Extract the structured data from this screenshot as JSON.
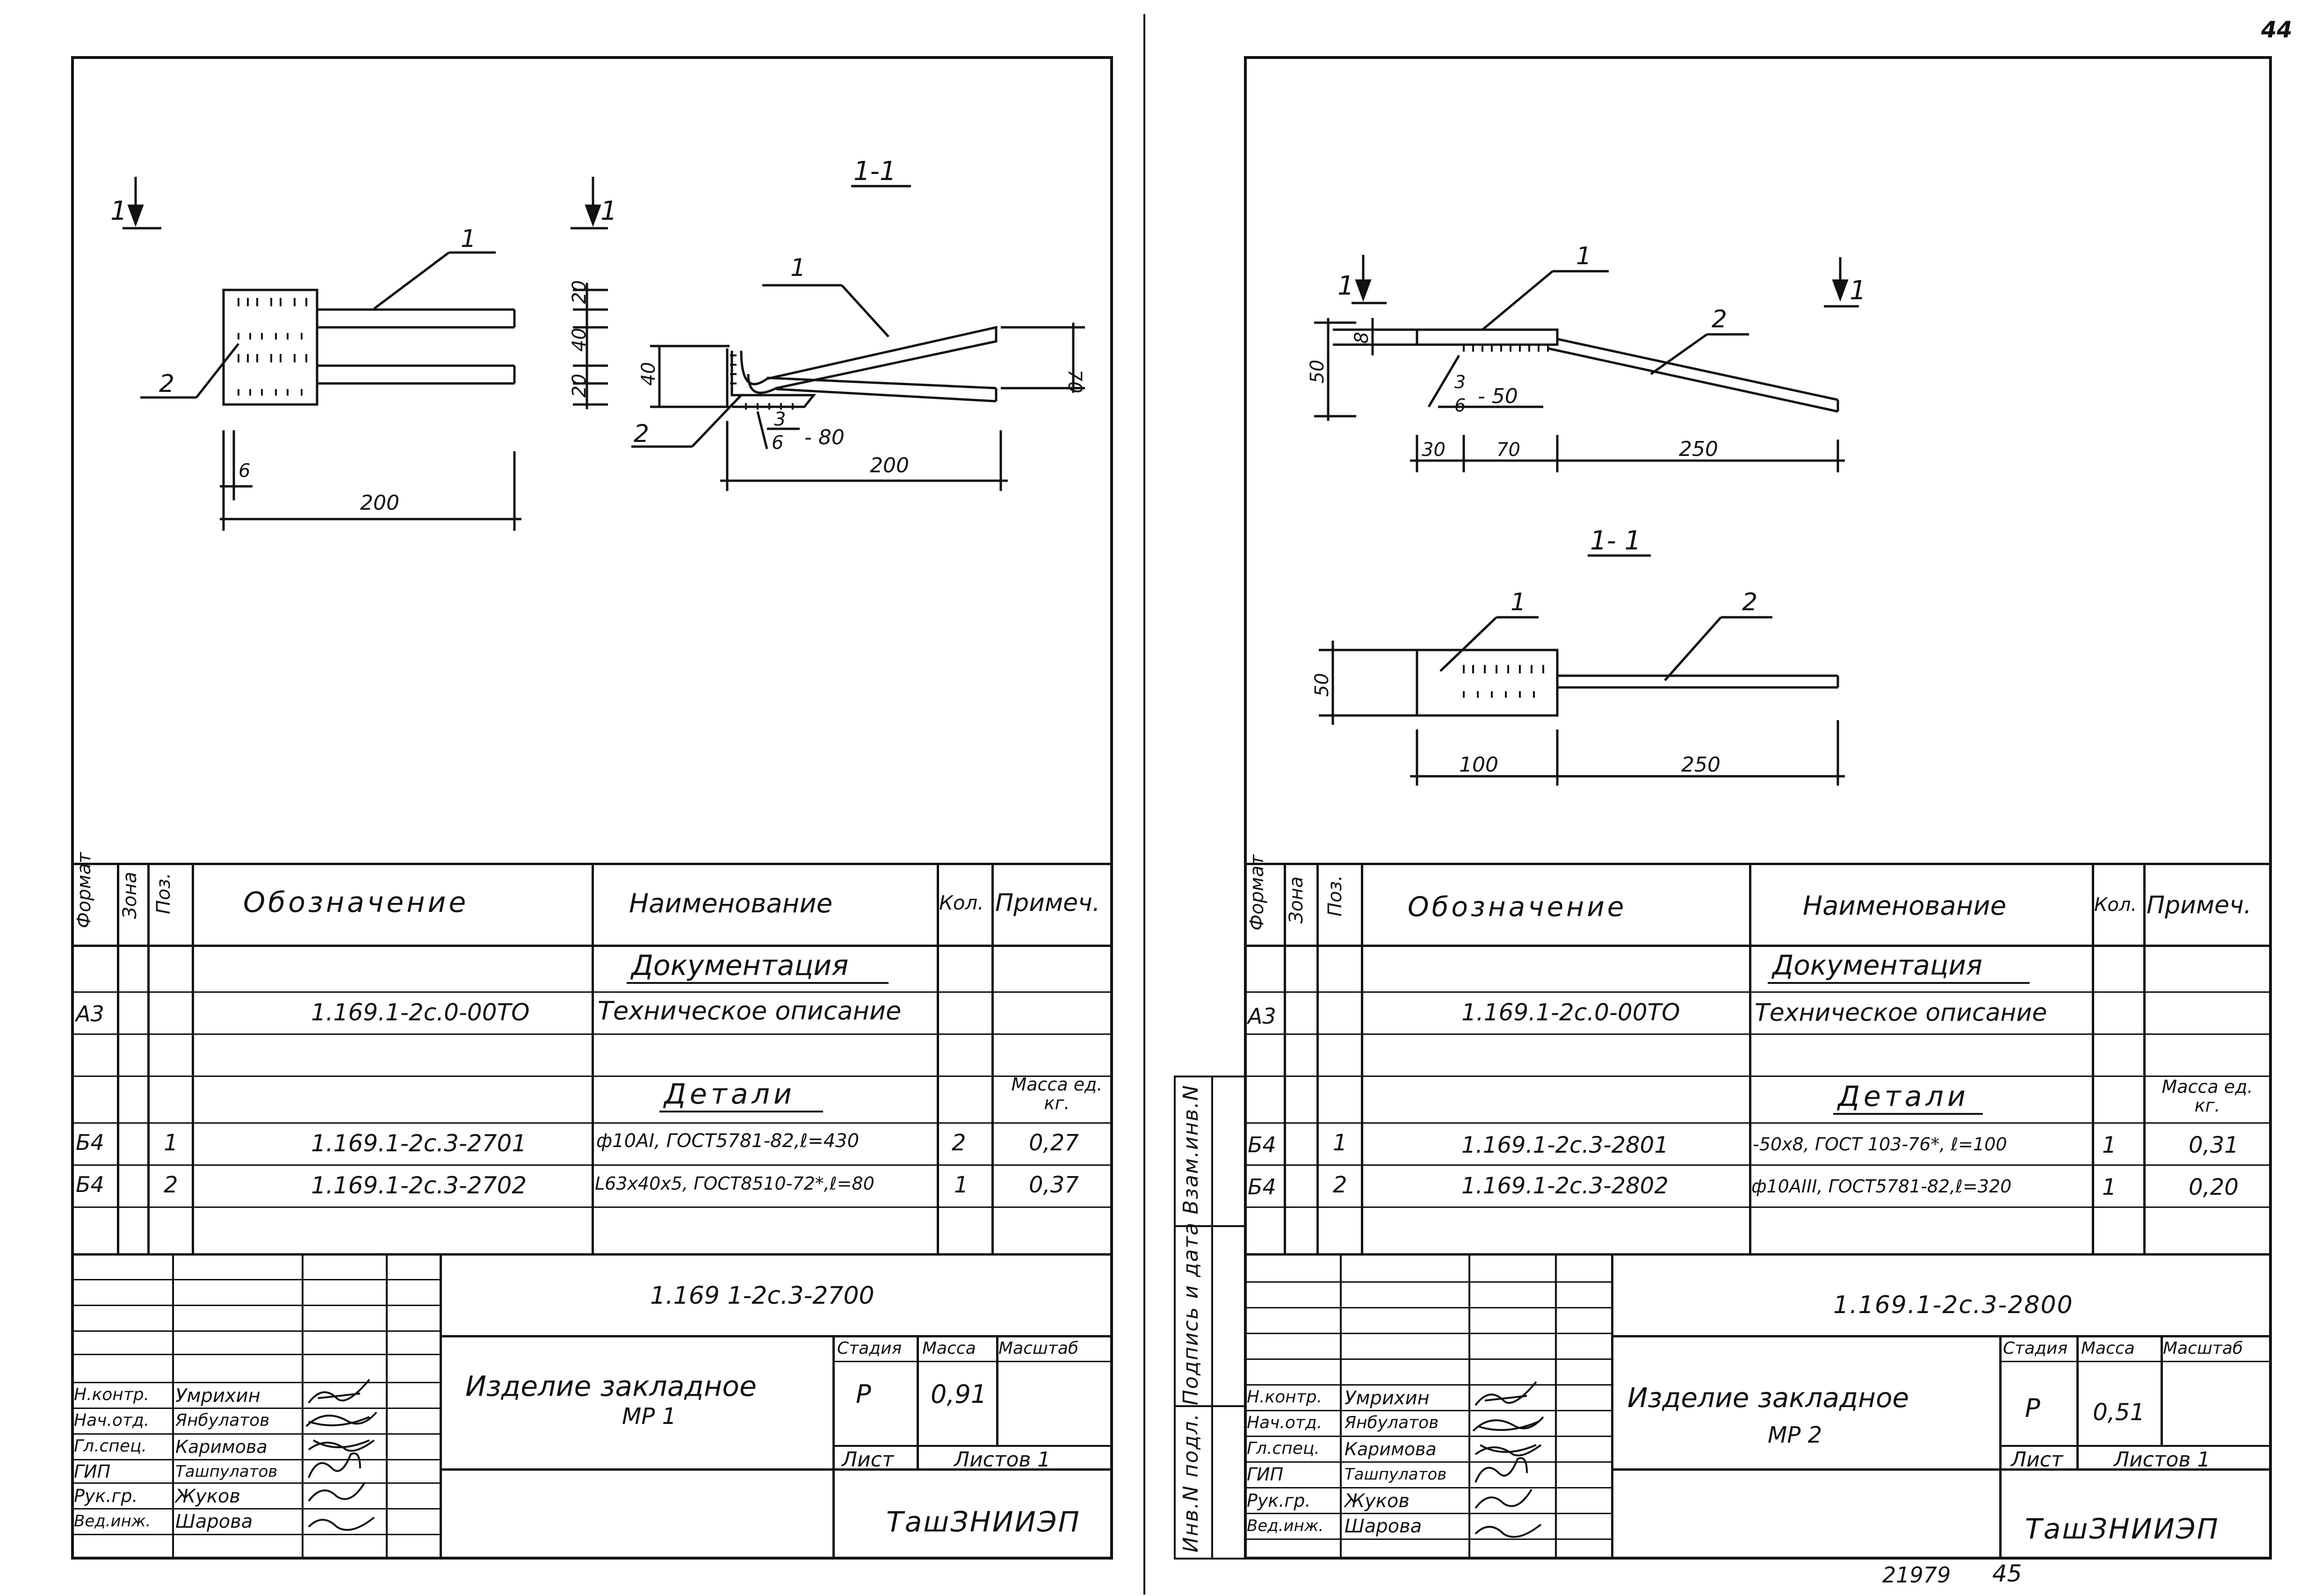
{
  "page_number": "44",
  "bottom_codes": {
    "left": "21979",
    "right": "45"
  },
  "side_stamp": {
    "text": "Инв.N подл. Подпись и дата Взам.инв.N"
  },
  "sheets": [
    {
      "drawing": {
        "section_mark_left": "1",
        "section_mark_right": "1",
        "section_title": "1-1",
        "plan_positions": [
          "1",
          "2"
        ],
        "plan_dims": {
          "weld_gap": "6",
          "length": "200",
          "v20a": "20",
          "v40": "40",
          "v20b": "20"
        },
        "section_positions": [
          "1",
          "2"
        ],
        "section_dims": {
          "height": "40",
          "spread": "70",
          "length": "200",
          "weld_num": "3",
          "weld_den": "6",
          "weld_len": "- 80"
        }
      },
      "spec": {
        "headers": {
          "format": "Формат",
          "zone": "Зона",
          "pos": "Поз.",
          "designation": "Обозначение",
          "name": "Наименование",
          "qty": "Кол.",
          "note": "Примеч."
        },
        "section_docs": "Документация",
        "doc_row": {
          "format": "А3",
          "designation": "1.169.1-2с.0-00ТО",
          "name": "Техническое описание"
        },
        "section_parts": "Детали",
        "mass_header": "Масса ед. кг.",
        "rows": [
          {
            "format": "Б4",
            "pos": "1",
            "designation": "1.169.1-2с.3-2701",
            "name": "ф10АI, ГОСТ5781-82,ℓ=430",
            "qty": "2",
            "note": "0,27"
          },
          {
            "format": "Б4",
            "pos": "2",
            "designation": "1.169.1-2с.3-2702",
            "name": "L63x40x5, ГОСТ8510-72*,ℓ=80",
            "qty": "1",
            "note": "0,37"
          }
        ]
      },
      "title_block": {
        "code": "1.169 1-2с.3-2700",
        "product": "Изделие закладное",
        "mark": "МР 1",
        "stage_label": "Стадия",
        "mass_label": "Масса",
        "scale_label": "Масштаб",
        "stage": "Р",
        "mass": "0,91",
        "sheet_label": "Лист",
        "sheets_label": "Листов 1",
        "org": "ТашЗНИИЭП",
        "people": [
          {
            "role": "Н.контр.",
            "name": "Умрихин"
          },
          {
            "role": "Нач.отд.",
            "name": "Янбулатов"
          },
          {
            "role": "Гл.спец.",
            "name": "Каримова"
          },
          {
            "role": "ГИП",
            "name": "Ташпулатов"
          },
          {
            "role": "Рук.гр.",
            "name": "Жуков"
          },
          {
            "role": "Вед.инж.",
            "name": "Шарова"
          }
        ]
      }
    },
    {
      "drawing": {
        "section_mark_left": "1",
        "section_mark_right": "1",
        "section_title": "1- 1",
        "top_positions": [
          "1",
          "2"
        ],
        "top_dims": {
          "height": "50",
          "thick": "8",
          "d30": "30",
          "d70": "70",
          "d250": "250",
          "weld_num": "3",
          "weld_den": "6",
          "weld_len": "- 50"
        },
        "bottom_positions": [
          "1",
          "2"
        ],
        "bottom_dims": {
          "height": "50",
          "d100": "100",
          "d250": "250"
        }
      },
      "spec": {
        "headers": {
          "format": "Формат",
          "zone": "Зона",
          "pos": "Поз.",
          "designation": "Обозначение",
          "name": "Наименование",
          "qty": "Кол.",
          "note": "Примеч."
        },
        "section_docs": "Документация",
        "doc_row": {
          "format": "А3",
          "designation": "1.169.1-2с.0-00ТО",
          "name": "Техническое описание"
        },
        "section_parts": "Детали",
        "mass_header": "Масса ед. кг.",
        "rows": [
          {
            "format": "Б4",
            "pos": "1",
            "designation": "1.169.1-2с.3-2801",
            "name": "-50x8, ГОСТ 103-76*, ℓ=100",
            "qty": "1",
            "note": "0,31"
          },
          {
            "format": "Б4",
            "pos": "2",
            "designation": "1.169.1-2с.3-2802",
            "name": "ф10АIII, ГОСТ5781-82,ℓ=320",
            "qty": "1",
            "note": "0,20"
          }
        ]
      },
      "title_block": {
        "code": "1.169.1-2с.3-2800",
        "product": "Изделие закладное",
        "mark": "МР 2",
        "stage_label": "Стадия",
        "mass_label": "Масса",
        "scale_label": "Масштаб",
        "stage": "Р",
        "mass": "0,51",
        "sheet_label": "Лист",
        "sheets_label": "Листов 1",
        "org": "ТашЗНИИЭП",
        "people": [
          {
            "role": "Н.контр.",
            "name": "Умрихин"
          },
          {
            "role": "Нач.отд.",
            "name": "Янбулатов"
          },
          {
            "role": "Гл.спец.",
            "name": "Каримова"
          },
          {
            "role": "ГИП",
            "name": "Ташпулатов"
          },
          {
            "role": "Рук.гр.",
            "name": "Жуков"
          },
          {
            "role": "Вед.инж.",
            "name": "Шарова"
          }
        ]
      }
    }
  ]
}
